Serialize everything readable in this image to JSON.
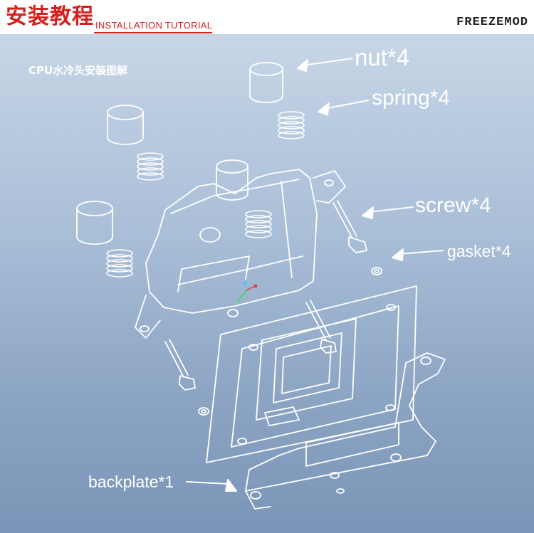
{
  "header": {
    "title_cn": "安装教程",
    "title_en": "INSTALLATION TUTORIAL",
    "brand": "FREEZEMOD"
  },
  "diagram": {
    "subtitle": "CPU水冷头安装图解",
    "labels": {
      "nut": "nut*4",
      "spring": "spring*4",
      "screw": "screw*4",
      "gasket": "gasket*4",
      "backplate": "backplate*1"
    }
  },
  "colors": {
    "title_red": "#d4201e",
    "line_white": "#ffffff",
    "panel_top": "#c7d6e7",
    "panel_bottom": "#7b95b8"
  }
}
